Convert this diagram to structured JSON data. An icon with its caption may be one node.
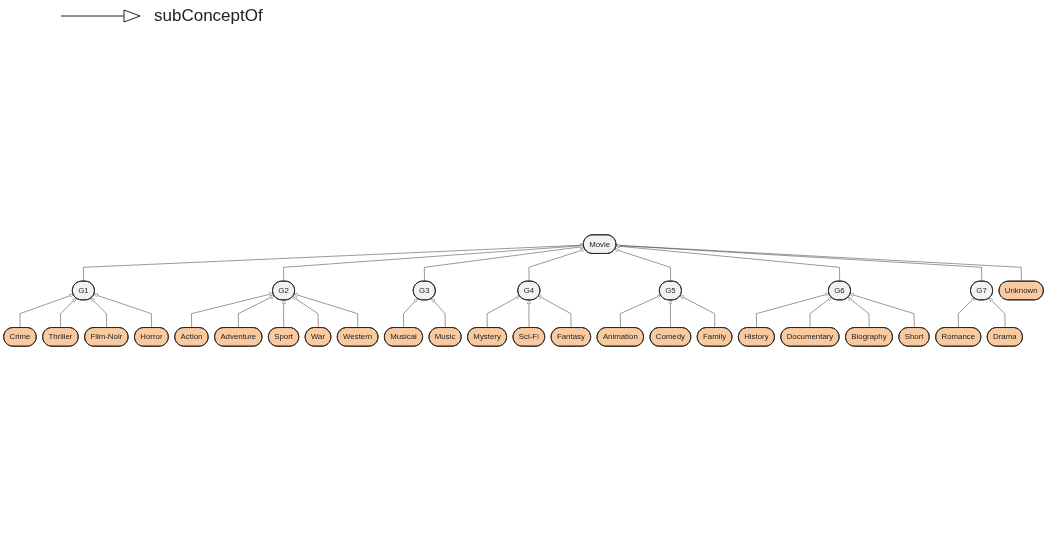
{
  "diagram": {
    "nodes": [
      {
        "text": [
          "Movie"
        ]
      },
      {
        "text": [
          "G1"
        ]
      },
      {
        "text": [
          "Crime"
        ]
      },
      {
        "text": [
          "Thriller"
        ]
      },
      {
        "text": [
          "Film-Noir"
        ]
      },
      {
        "text": [
          "Horror"
        ]
      },
      {
        "text": [
          "G2"
        ]
      },
      {
        "text": [
          "Action"
        ]
      },
      {
        "text": [
          "Adventure"
        ]
      },
      {
        "text": [
          "Sport"
        ]
      },
      {
        "text": [
          "War"
        ]
      },
      {
        "text": [
          "Western"
        ]
      },
      {
        "text": [
          "G3"
        ]
      },
      {
        "text": [
          "Musical"
        ]
      },
      {
        "text": [
          "Music"
        ]
      },
      {
        "text": [
          "G4"
        ]
      },
      {
        "text": [
          "Mystery"
        ]
      },
      {
        "text": [
          "Sci-Fi"
        ]
      },
      {
        "text": [
          "Fantasy"
        ]
      },
      {
        "text": [
          "G5"
        ]
      },
      {
        "text": [
          "Animation"
        ]
      },
      {
        "text": [
          "Comedy"
        ]
      },
      {
        "text": [
          "Family"
        ]
      },
      {
        "text": [
          "G6"
        ]
      },
      {
        "text": [
          "History"
        ]
      },
      {
        "text": [
          "Documentary"
        ]
      },
      {
        "text": [
          "Biography"
        ]
      },
      {
        "text": [
          "Short"
        ]
      },
      {
        "text": [
          "G7"
        ]
      },
      {
        "text": [
          "Romance"
        ]
      },
      {
        "text": [
          "Drama"
        ]
      },
      {
        "text": [
          "Unknown"
        ]
      }
    ],
    "edges": [
      {
        "from": 1,
        "to": 0,
        "arrow": "to"
      },
      {
        "from": 2,
        "to": 1,
        "arrow": "to"
      },
      {
        "from": 3,
        "to": 1,
        "arrow": "to"
      },
      {
        "from": 4,
        "to": 1,
        "arrow": "to"
      },
      {
        "from": 5,
        "to": 1,
        "arrow": "to"
      },
      {
        "from": 6,
        "to": 0,
        "arrow": "to"
      },
      {
        "from": 7,
        "to": 6,
        "arrow": "to"
      },
      {
        "from": 8,
        "to": 6,
        "arrow": "to"
      },
      {
        "from": 9,
        "to": 6,
        "arrow": "to"
      },
      {
        "from": 10,
        "to": 6,
        "arrow": "to"
      },
      {
        "from": 11,
        "to": 6,
        "arrow": "to"
      },
      {
        "from": 12,
        "to": 0,
        "arrow": "to"
      },
      {
        "from": 13,
        "to": 12,
        "arrow": "to"
      },
      {
        "from": 14,
        "to": 12,
        "arrow": "to"
      },
      {
        "from": 15,
        "to": 0,
        "arrow": "to"
      },
      {
        "from": 16,
        "to": 15,
        "arrow": "to"
      },
      {
        "from": 17,
        "to": 15,
        "arrow": "to"
      },
      {
        "from": 18,
        "to": 15,
        "arrow": "to"
      },
      {
        "from": 19,
        "to": 0,
        "arrow": "to"
      },
      {
        "from": 20,
        "to": 19,
        "arrow": "to"
      },
      {
        "from": 21,
        "to": 19,
        "arrow": "to"
      },
      {
        "from": 22,
        "to": 19,
        "arrow": "to"
      },
      {
        "from": 23,
        "to": 0,
        "arrow": "to"
      },
      {
        "from": 24,
        "to": 23,
        "arrow": "to"
      },
      {
        "from": 25,
        "to": 23,
        "arrow": "to"
      },
      {
        "from": 26,
        "to": 23,
        "arrow": "to"
      },
      {
        "from": 27,
        "to": 23,
        "arrow": "to"
      },
      {
        "from": 28,
        "to": 0,
        "arrow": "to"
      },
      {
        "from": 29,
        "to": 28,
        "arrow": "to"
      },
      {
        "from": 30,
        "to": 28,
        "arrow": "to"
      },
      {
        "from": 31,
        "to": 0,
        "arrow": "to"
      }
    ],
    "legend": [
      {
        "text": "subConceptOf"
      }
    ]
  }
}
